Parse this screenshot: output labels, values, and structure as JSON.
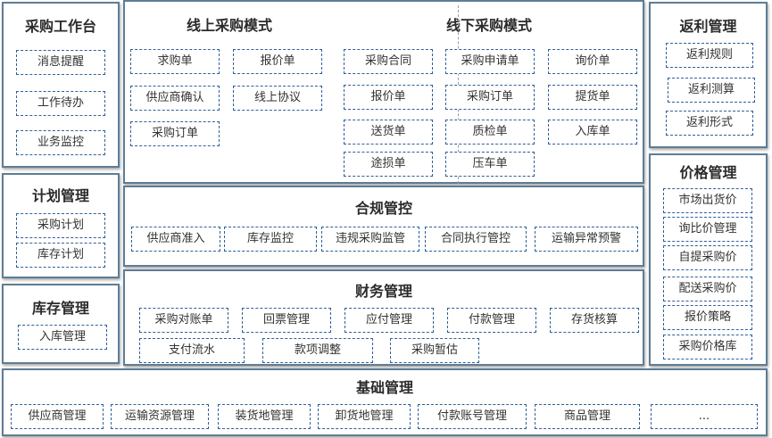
{
  "workbench": {
    "title": "采购工作台",
    "items": [
      "消息提醒",
      "工作待办",
      "业务监控"
    ]
  },
  "plan": {
    "title": "计划管理",
    "items": [
      "采购计划",
      "库存计划"
    ]
  },
  "inventory": {
    "title": "库存管理",
    "items": [
      "入库管理"
    ]
  },
  "online": {
    "title": "线上采购模式",
    "items": [
      "求购单",
      "报价单",
      "供应商确认",
      "线上协议",
      "采购订单"
    ]
  },
  "offline": {
    "title": "线下采购模式",
    "items": [
      "采购合同",
      "采购申请单",
      "询价单",
      "报价单",
      "采购订单",
      "提货单",
      "送货单",
      "质检单",
      "入库单",
      "途损单",
      "压车单"
    ]
  },
  "compliance": {
    "title": "合规管控",
    "items": [
      "供应商准入",
      "库存监控",
      "违规采购监管",
      "合同执行管控",
      "运输异常预警"
    ]
  },
  "finance": {
    "title": "财务管理",
    "items": [
      "采购对账单",
      "回票管理",
      "应付管理",
      "付款管理",
      "存货核算",
      "支付流水",
      "款项调整",
      "采购暂估"
    ]
  },
  "rebate": {
    "title": "返利管理",
    "items": [
      "返利规则",
      "返利测算",
      "返利形式"
    ]
  },
  "price": {
    "title": "价格管理",
    "items": [
      "市场出货价",
      "询比价管理",
      "自提采购价",
      "配送采购价",
      "报价策略",
      "采购价格库"
    ]
  },
  "basic": {
    "title": "基础管理",
    "items": [
      "供应商管理",
      "运输资源管理",
      "装货地管理",
      "卸货地管理",
      "付款账号管理",
      "商品管理",
      "..."
    ]
  }
}
